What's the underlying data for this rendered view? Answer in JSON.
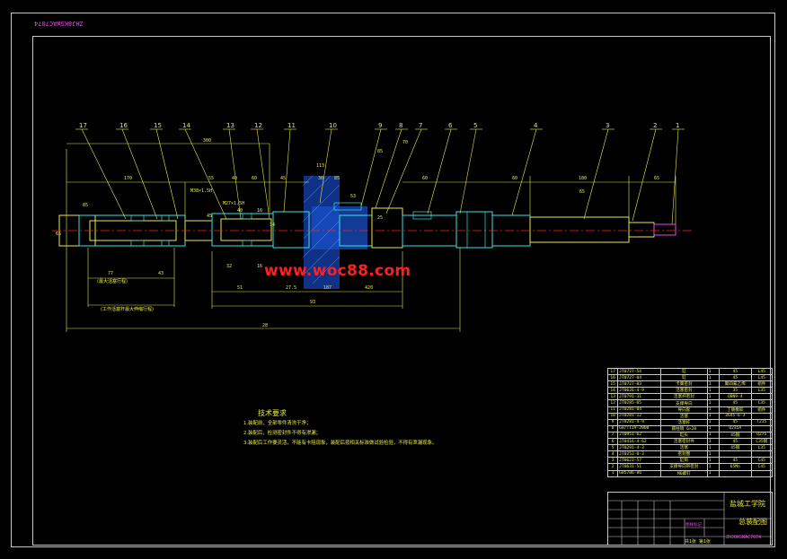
{
  "sheet": {
    "drawing_code_top": "ZHJ8KSWAC7074",
    "watermark": "www.woc88.com"
  },
  "part_balloons": [
    "17",
    "16",
    "15",
    "14",
    "13",
    "12",
    "11",
    "10",
    "9",
    "8",
    "7",
    "6",
    "5",
    "4",
    "3",
    "2",
    "1"
  ],
  "dimensions": [
    "300",
    "170",
    "55",
    "40",
    "60",
    "45",
    "113",
    "30",
    "85",
    "85",
    "70",
    "60",
    "53",
    "M38×1.5H",
    "M27×1.5H",
    "45",
    "40",
    "16",
    "34",
    "25",
    "60",
    "180",
    "65",
    "65",
    "77",
    "43",
    "32",
    "16",
    "51",
    "27.5",
    "187",
    "420",
    "93",
    "28",
    "65",
    "85"
  ],
  "span_notes": [
    "(最大活塞行程)",
    "(工作活塞杆最大伸缩行程)"
  ],
  "technical_requirements": {
    "title": "技术要求",
    "items": [
      "1.装配前，全部零件清洗干净；",
      "2.装配后，检测密封件不得有渗漏；",
      "3.装配后工作要灵活，不能有卡阻现象，装配后按相关标准做试验检验，不得有泄漏现象。"
    ]
  },
  "bom": [
    {
      "no": "17",
      "code": "JT0727-54",
      "name": "缸",
      "qty": "1",
      "mat": "45",
      "note": "L45"
    },
    {
      "no": "16",
      "code": "JT0727-04",
      "name": "缸",
      "qty": "1",
      "mat": "45",
      "note": "L45"
    },
    {
      "no": "15",
      "code": "JT0727-03",
      "name": "卡簧密封",
      "qty": "1",
      "mat": "聚四氟乙烯",
      "note": "组件"
    },
    {
      "no": "14",
      "code": "JT0626-4-9",
      "name": "活塞密封",
      "qty": "1",
      "mat": "35",
      "note": "L35"
    },
    {
      "no": "13",
      "code": "JT0791-31",
      "name": "活塞杆密封",
      "qty": "1",
      "mat": "QBN9-4",
      "note": ""
    },
    {
      "no": "12",
      "code": "JT0285-05",
      "name": "支撑导向",
      "qty": "1",
      "mat": "45",
      "note": "C35"
    },
    {
      "no": "11",
      "code": "JT0281-04",
      "name": "导向套",
      "qty": "1",
      "mat": "丁腈橡胶",
      "note": "组件"
    },
    {
      "no": "10",
      "code": "JT0281-12",
      "name": "活塞",
      "qty": "1",
      "mat": "ZG45-6-3",
      "note": ""
    },
    {
      "no": "9",
      "code": "JT0281-4-9",
      "name": "活塞杆",
      "qty": "1",
      "mat": "45",
      "note": "T235"
    },
    {
      "no": "8",
      "code": "GB/T119-2000",
      "name": "圆柱销 6×20",
      "qty": "1",
      "mat": "Q235A",
      "note": ""
    },
    {
      "no": "7",
      "code": "JT0951-62",
      "name": "缸头",
      "qty": "1",
      "mat": "45钢",
      "note": "Q275"
    },
    {
      "no": "6",
      "code": "JT0416-4-62",
      "name": "活塞密封件",
      "qty": "1",
      "mat": "45",
      "note": "C35钢"
    },
    {
      "no": "5",
      "code": "JT0291-4-3",
      "name": "活塞",
      "qty": "1",
      "mat": "45钢",
      "note": "L35"
    },
    {
      "no": "4",
      "code": "JT0253-0-3",
      "name": "密封圈",
      "qty": "1",
      "mat": "",
      "note": ""
    },
    {
      "no": "3",
      "code": "JT0622-57",
      "name": "缸筒",
      "qty": "1",
      "mat": "45",
      "note": "C45"
    },
    {
      "no": "2",
      "code": "JT0631-51",
      "name": "支撑导向带密封",
      "qty": "1",
      "mat": "65Mn",
      "note": "C45"
    },
    {
      "no": "1",
      "code": "GB5786-86",
      "name": "M6螺钉",
      "qty": "1",
      "mat": "",
      "note": ""
    }
  ],
  "title_block": {
    "company": "盐城工学院",
    "drawing_name": "总装配图",
    "drawing_code": "ZHJ8KSWAC7074",
    "scale_text": "共1张  第1张",
    "stamp": "图样标记"
  },
  "colors": {
    "background": "#000000",
    "frame": "#c8c8c8",
    "outline_yellow": "#e8e84a",
    "section_cyan": "#3ee0e6",
    "centerline_red": "#ff2020",
    "hatch_blue": "#3d78ff",
    "annot_green": "#49e34b",
    "magenta": "#e24ce4",
    "watermark_red": "#ff1f1f"
  }
}
